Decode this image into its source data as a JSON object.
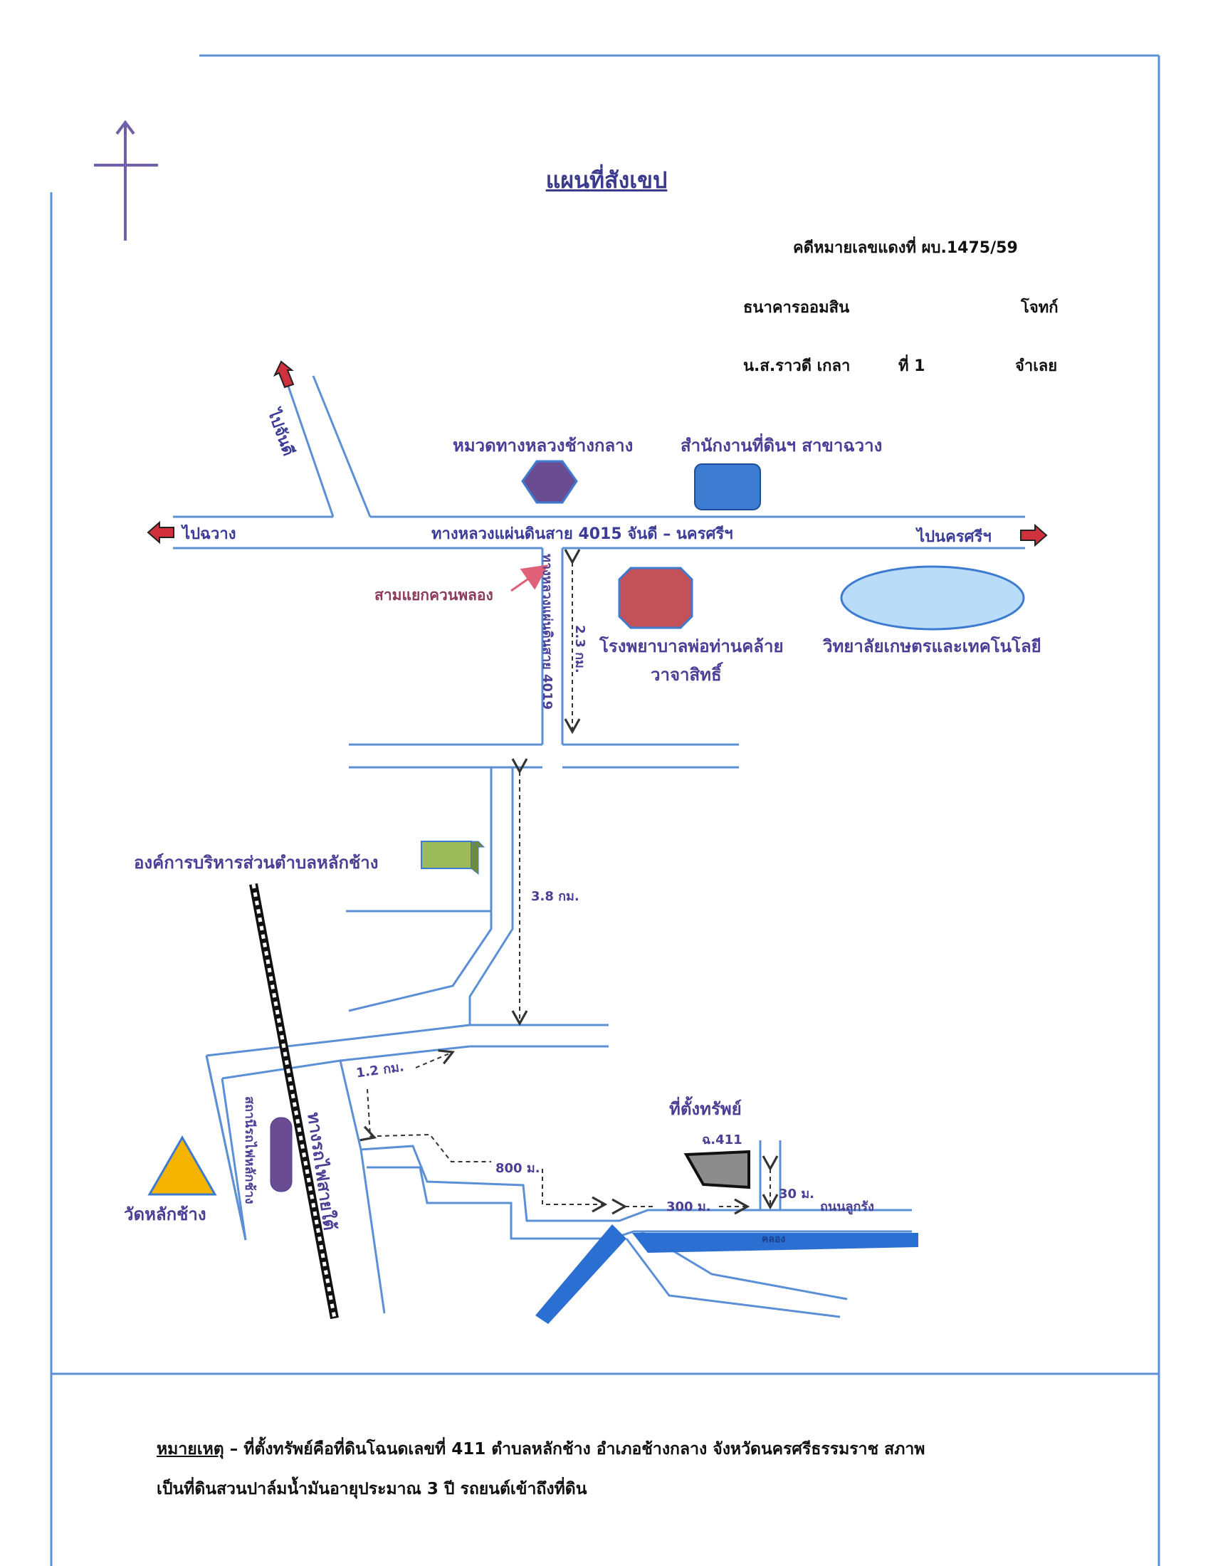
{
  "title": "แผนที่สังเขป",
  "case": {
    "label": "คดีหมายเลขแดงที่ ผบ.1475/59",
    "plaintiff_name": "ธนาคารออมสิน",
    "plaintiff_role": "โจทก์",
    "defendant_name": "น.ส.ราวดี เกลา",
    "defendant_no": "ที่ 1",
    "defendant_role": "จำเลย"
  },
  "map": {
    "labels": {
      "to_chandi": "ไปจันดี",
      "to_chawang": "ไปฉวาง",
      "to_nakhon": "ไปนครศรีฯ",
      "main_road": "ทางหลวงแผ่นดินสาย 4015 จันดี – นครศรีฯ",
      "highway_dept": "หมวดทางหลวงช้างกลาง",
      "land_office": "สำนักงานที่ดินฯ สาขาฉวาง",
      "junction": "สามแยกควนพลอง",
      "road_4019": "ทางหลวงแผ่นดินสาย 4019",
      "dist_2_3": "2.3 กม.",
      "hospital_line1": "โรงพยาบาลพ่อท่านคล้าย",
      "hospital_line2": "วาจาสิทธิ์",
      "college": "วิทยาลัยเกษตรและเทคโนโลยี",
      "tao": "องค์การบริหารส่วนตำบลหลักช้าง",
      "dist_3_8": "3.8 กม.",
      "dist_1_2": "1.2 กม.",
      "dist_800": "800 ม.",
      "dist_300": "300 ม.",
      "dist_30": "30 ม.",
      "railway": "ทางรถไฟสายใต้",
      "station": "สถานีรถไฟหลักช้าง",
      "temple": "วัดหลักช้าง",
      "property": "ที่ตั้งทรัพย์",
      "deed": "ฉ.411",
      "road_lukrang": "ถนนลูกรัง",
      "canal": "คลอง"
    },
    "colors": {
      "road": "#5b8fd6",
      "arrow": "#d0313d",
      "hexagon": "#6a4c93",
      "land_office": "#3d7bd1",
      "hospital": "#c3515a",
      "college": "#b9dcf8",
      "tao": "#9bbb59",
      "temple": "#f4b400",
      "property": "#8c8c8c",
      "canal": "#2a6fd1"
    }
  },
  "note": {
    "label": "หมายเหตุ",
    "text_line1": " – ที่ตั้งทรัพย์คือที่ดินโฉนดเลขที่ 411 ตำบลหลักช้าง อำเภอช้างกลาง จังหวัดนครศรีธรรมราช สภาพ",
    "text_line2": "เป็นที่ดินสวนปาล์มน้ำมันอายุประมาณ 3 ปี รถยนต์เข้าถึงที่ดิน"
  }
}
